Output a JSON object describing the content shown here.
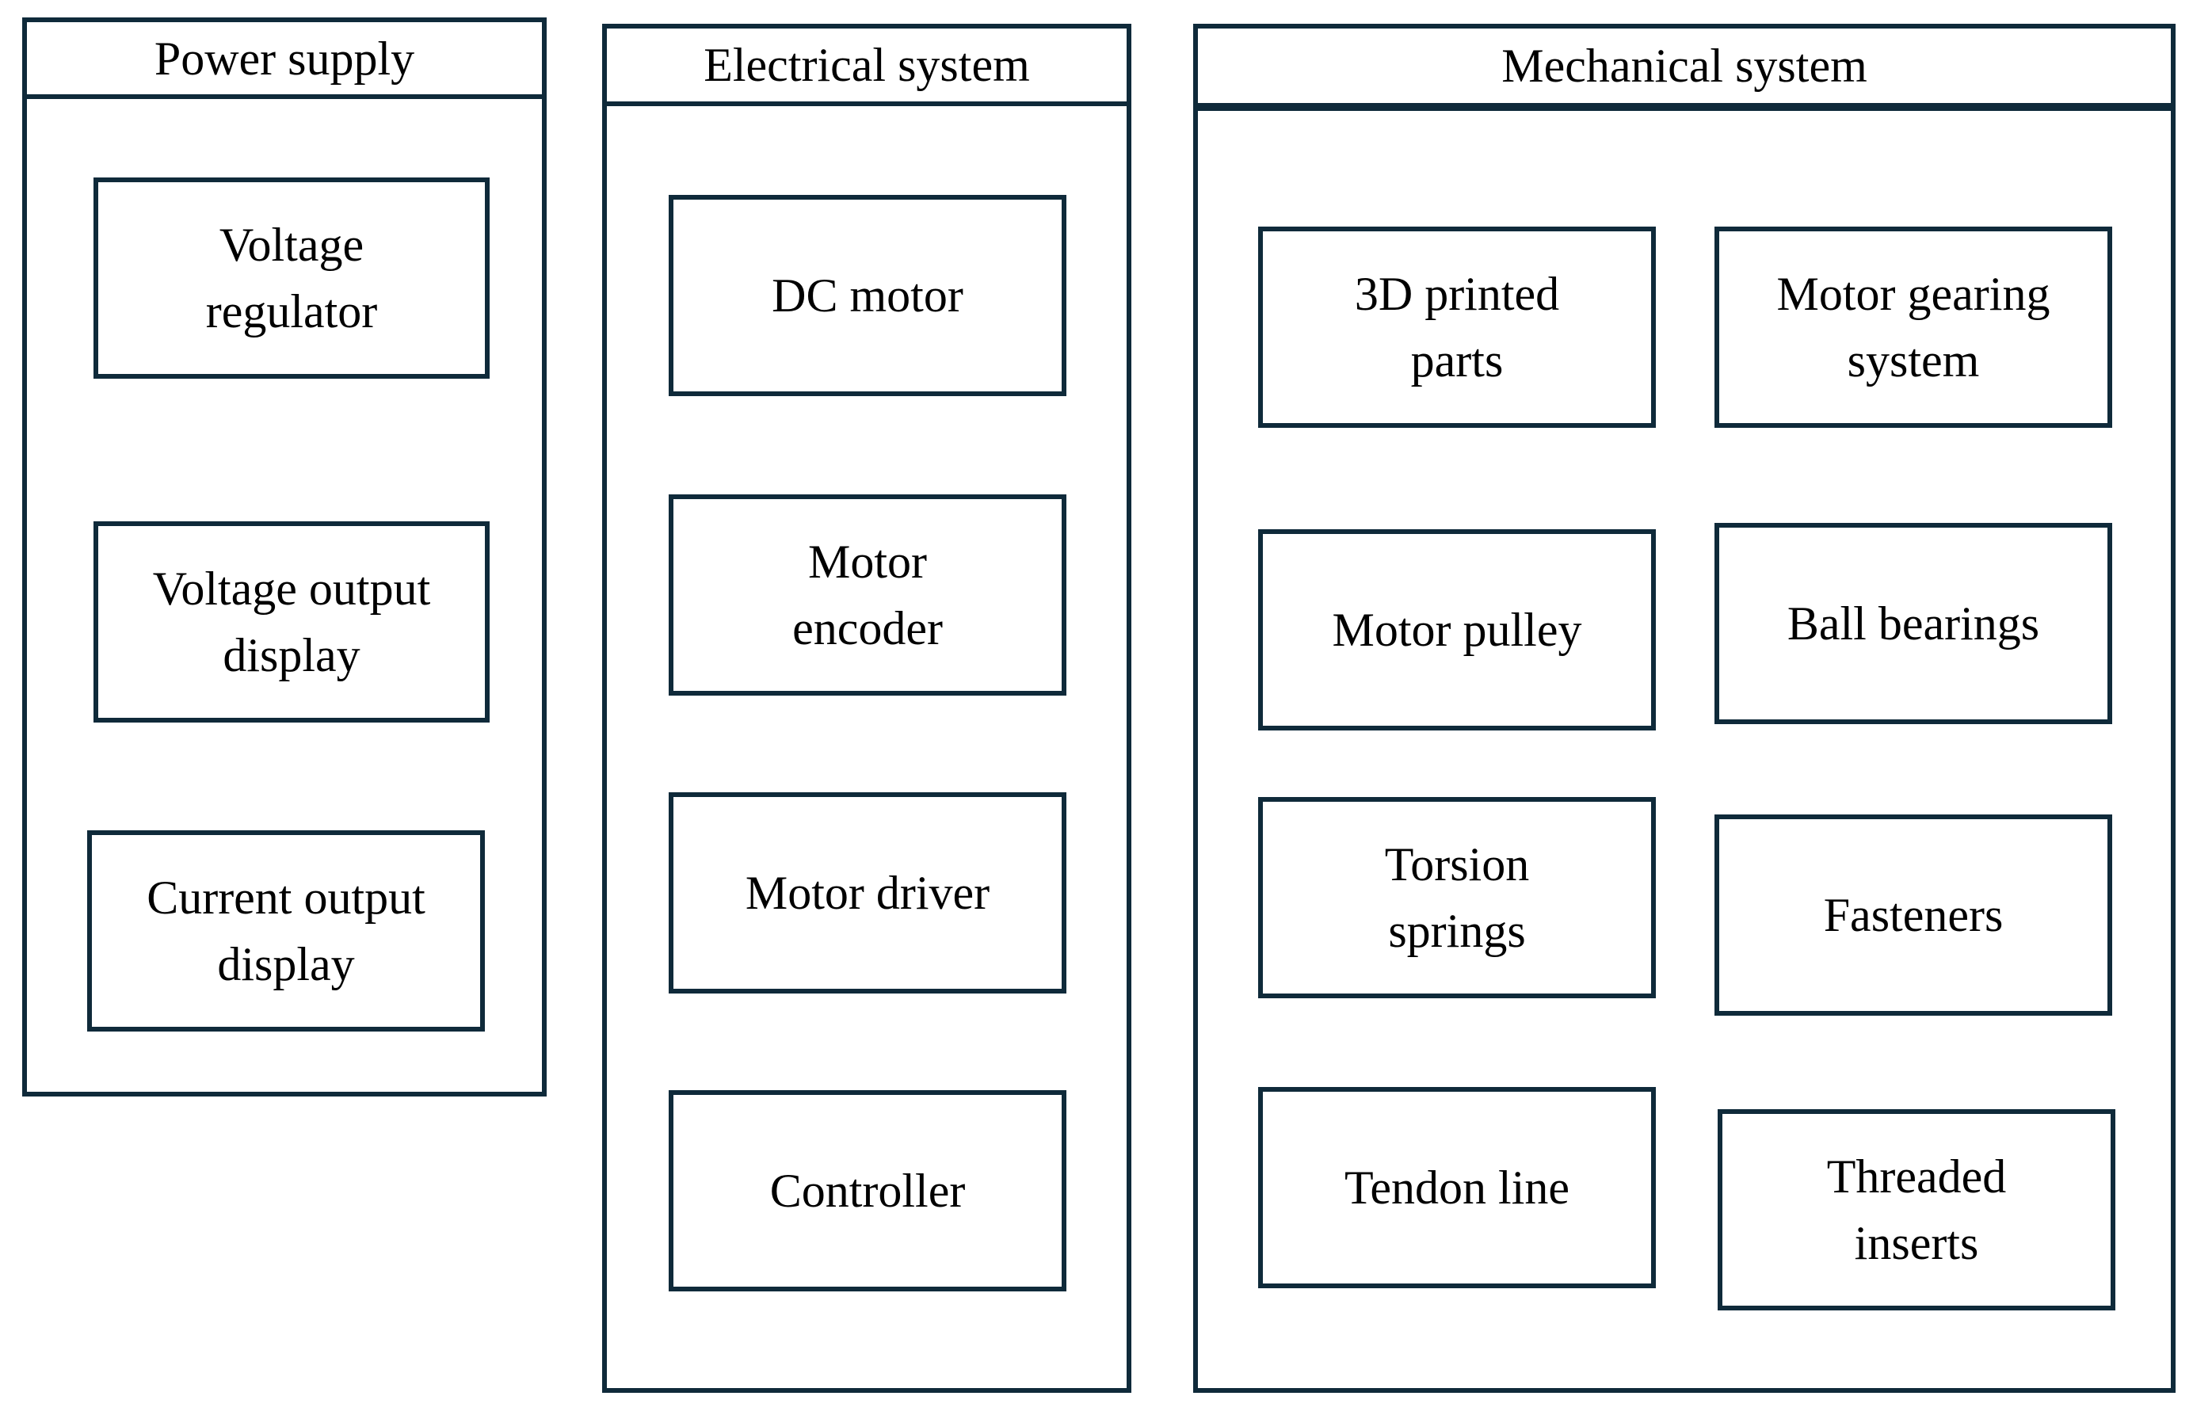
{
  "colors": {
    "border": "#0f2a3a",
    "background": "#ffffff",
    "text": "#000000"
  },
  "panels": [
    {
      "title": "Power supply",
      "nodes": [
        "Voltage\nregulator",
        "Voltage output\ndisplay",
        "Current output\ndisplay"
      ]
    },
    {
      "title": "Electrical system",
      "nodes": [
        "DC motor",
        "Motor\nencoder",
        "Motor driver",
        "Controller"
      ]
    },
    {
      "title": "Mechanical system",
      "nodes": [
        "3D printed\nparts",
        "Motor gearing\nsystem",
        "Motor pulley",
        "Ball bearings",
        "Torsion\nsprings",
        "Fasteners",
        "Tendon line",
        "Threaded\ninserts"
      ]
    }
  ]
}
